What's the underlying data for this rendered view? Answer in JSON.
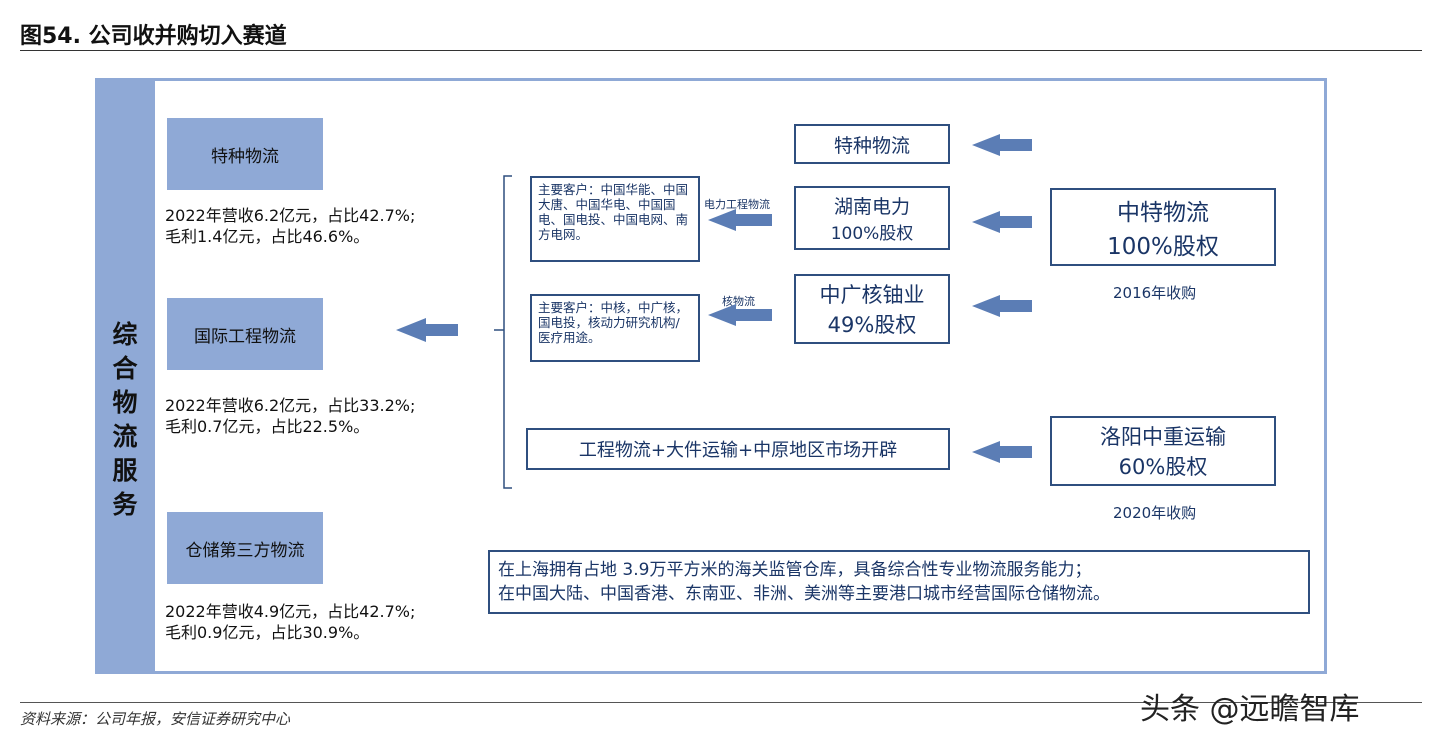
{
  "figure_title": "图54. 公司收并购切入赛道",
  "side_label": [
    "综",
    "合",
    "物",
    "流",
    "服",
    "务"
  ],
  "categories": [
    {
      "name": "特种物流",
      "desc": [
        "2022年营收6.2亿元，占比42.7%;",
        "毛利1.4亿元，占比46.6%。"
      ]
    },
    {
      "name": "国际工程物流",
      "desc": [
        "2022年营收6.2亿元，占比33.2%;",
        "毛利0.7亿元，占比22.5%。"
      ]
    },
    {
      "name": "仓储第三方物流",
      "desc": [
        "2022年营收4.9亿元，占比42.7%;",
        "毛利0.9亿元，占比30.9%。"
      ]
    }
  ],
  "customers": {
    "power": "主要客户：中国华能、中国大唐、中国华电、中国国电、国电投、中国电网、南方电网。",
    "nuclear": "主要客户：中核，中广核，国电投，核动力研究机构/医疗用途。"
  },
  "labels": {
    "power_logistics": "电力工程物流",
    "nuclear_logistics": "核物流"
  },
  "mid_boxes": {
    "special": "特种物流",
    "hunan": [
      "湖南电力",
      "100%股权"
    ],
    "cgn": [
      "中广核铀业",
      "49%股权"
    ],
    "engineering": "工程物流+大件运输+中原地区市场开辟"
  },
  "acquisitions": [
    {
      "lines": [
        "中特物流",
        "100%股权"
      ],
      "caption": "2016年收购"
    },
    {
      "lines": [
        "洛阳中重运输",
        "60%股权"
      ],
      "caption": "2020年收购"
    }
  ],
  "warehouse_note": [
    "在上海拥有占地 3.9万平方米的海关监管仓库，具备综合性专业物流服务能力；",
    "在中国大陆、中国香港、东南亚、非洲、美洲等主要港口城市经营国际仓储物流。"
  ],
  "source": "资料来源：公司年报，安信证券研究中心",
  "watermark": "头条 @远瞻智库",
  "colors": {
    "band": "#8fa9d6",
    "border": "#2f4f7f",
    "arrow": "#5b7db5",
    "text": "#1a3566"
  }
}
